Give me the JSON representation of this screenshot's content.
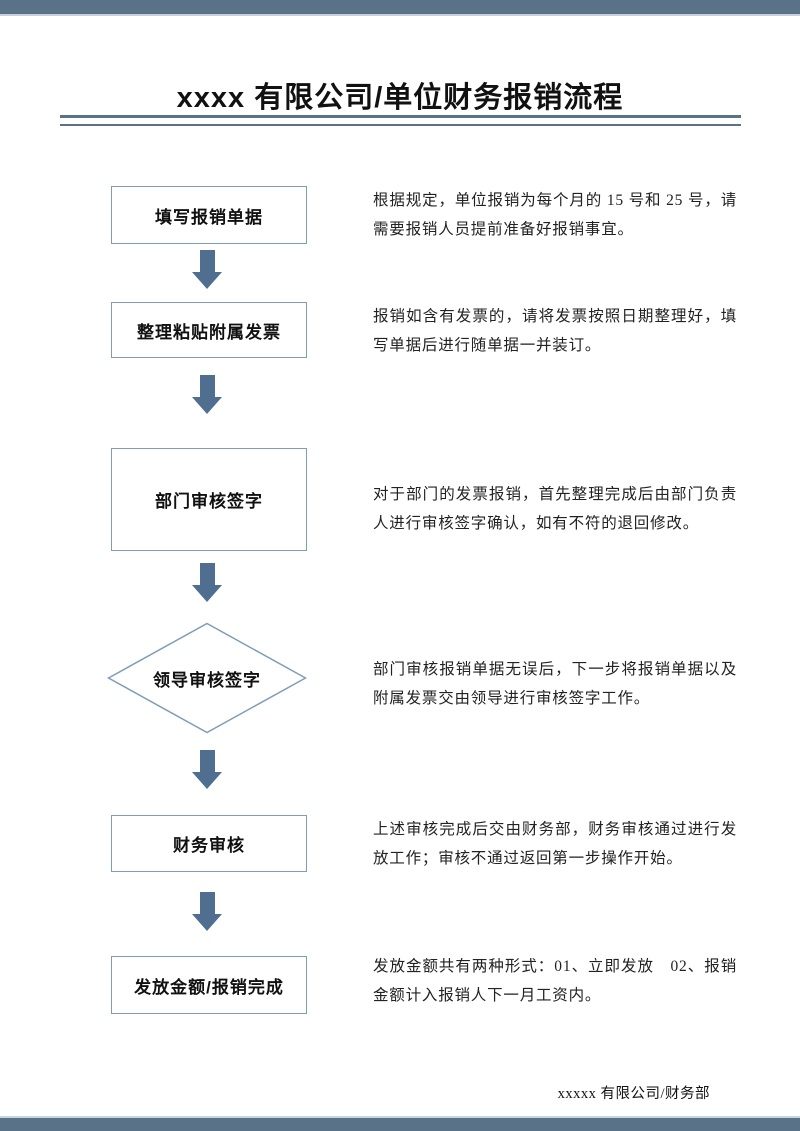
{
  "page": {
    "title": "xxxx 有限公司/单位财务报销流程",
    "footer": "xxxxx 有限公司/财务部"
  },
  "colors": {
    "band": "#5a7288",
    "band_underline": "#c7d1dd",
    "title_rule": "#5b7186",
    "box_border": "#7f9db8",
    "arrow": "#4f6e90",
    "text": "#222222"
  },
  "flow": {
    "steps": [
      {
        "shape": "rect",
        "label": "填写报销单据",
        "desc": "根据规定，单位报销为每个月的 15 号和 25 号，请需要报销人员提前准备好报销事宜。"
      },
      {
        "shape": "rect",
        "label": "整理粘贴附属发票",
        "desc": "报销如含有发票的，请将发票按照日期整理好，填写单据后进行随单据一并装订。"
      },
      {
        "shape": "rect",
        "label": "部门审核签字",
        "desc": "对于部门的发票报销，首先整理完成后由部门负责人进行审核签字确认，如有不符的退回修改。"
      },
      {
        "shape": "diamond",
        "label": "领导审核签字",
        "desc": "部门审核报销单据无误后，下一步将报销单据以及附属发票交由领导进行审核签字工作。"
      },
      {
        "shape": "rect",
        "label": "财务审核",
        "desc": "上述审核完成后交由财务部，财务审核通过进行发放工作；审核不通过返回第一步操作开始。"
      },
      {
        "shape": "rect",
        "label": "发放金额/报销完成",
        "desc": "发放金额共有两种形式：01、立即发放　02、报销金额计入报销人下一月工资内。"
      }
    ]
  }
}
